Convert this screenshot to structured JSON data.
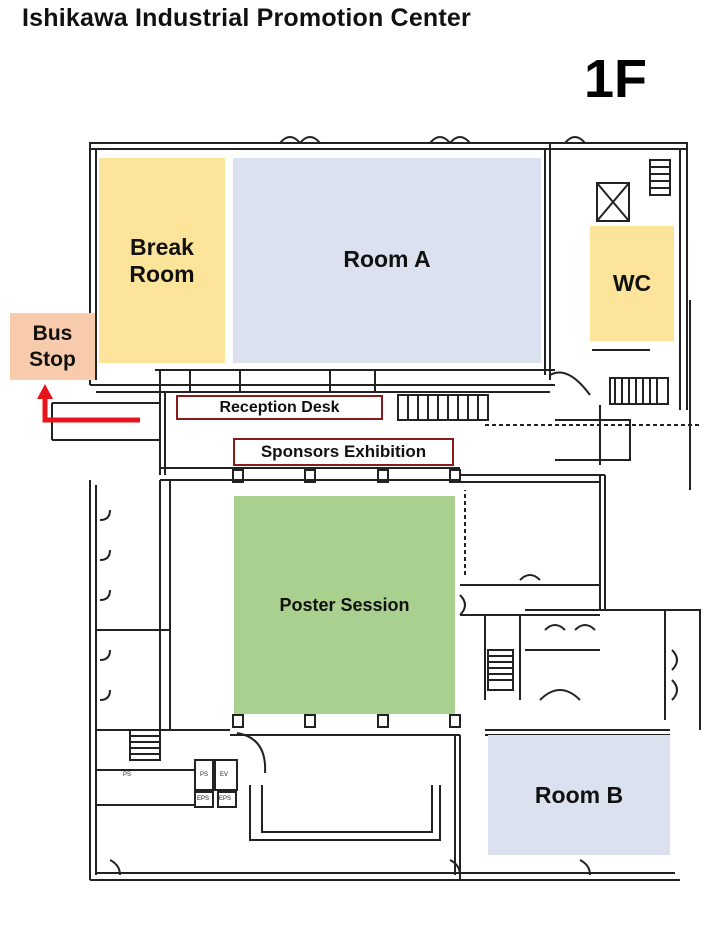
{
  "title": "Ishikawa Industrial Promotion Center",
  "floor": "1F",
  "rooms": {
    "break_room": {
      "label_line1": "Break",
      "label_line2": "Room"
    },
    "room_a": {
      "label": "Room A"
    },
    "wc": {
      "label": "WC"
    },
    "poster_session": {
      "label": "Poster Session"
    },
    "room_b": {
      "label": "Room B"
    }
  },
  "bus_stop": {
    "line1": "Bus",
    "line2": "Stop"
  },
  "reception": {
    "label": "Reception Desk"
  },
  "sponsors": {
    "label": "Sponsors Exhibition"
  },
  "small_labels": {
    "ps": "PS",
    "ev": "EV",
    "ps2": "PS",
    "eps1": "EPS",
    "eps2": "EPS"
  },
  "colors": {
    "break_room": "#fce49b",
    "room_a": "#dbe1ef",
    "wc": "#fce49b",
    "poster_session": "#a9d08e",
    "room_b": "#dbe1ef",
    "bus_stop": "#f8cbad",
    "arrow": "#e8141c",
    "label_border": "#8b1a1a"
  }
}
